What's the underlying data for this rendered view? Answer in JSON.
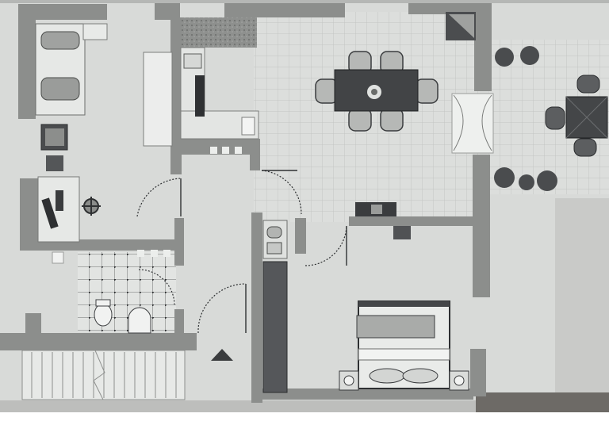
{
  "image": {
    "kind": "printed architectural floor plan photographed at an angle",
    "colors": {
      "paper": "#d9dbd9",
      "wall": "#8b8d8b",
      "furniture_dark": "#3f4143",
      "furniture_light": "#c7c9c7",
      "grid_line": "#c4c6c4",
      "shadow": "#4a4a48"
    }
  },
  "rooms": [
    {
      "id": "bedroom-small",
      "contents": [
        "sofa",
        "armchair",
        "side-table"
      ]
    },
    {
      "id": "kitchen",
      "contents": [
        "counter",
        "sink",
        "stove"
      ]
    },
    {
      "id": "dining-area",
      "contents": [
        "dining-table",
        "six-chairs",
        "centerpiece"
      ]
    },
    {
      "id": "patio",
      "contents": [
        "patio-table",
        "patio-chairs",
        "shrubs"
      ]
    },
    {
      "id": "study",
      "contents": [
        "desk",
        "office-chair"
      ]
    },
    {
      "id": "bathroom",
      "contents": [
        "toilet",
        "sink",
        "tiled-floor"
      ]
    },
    {
      "id": "hallway",
      "contents": [
        "wardrobe",
        "shelf"
      ]
    },
    {
      "id": "master-bedroom",
      "contents": [
        "double-bed",
        "nightstands"
      ]
    },
    {
      "id": "living-room",
      "contents": [
        "tv-stand",
        "tv"
      ]
    },
    {
      "id": "stairwell",
      "contents": [
        "stairs",
        "entry-arrow"
      ]
    }
  ]
}
